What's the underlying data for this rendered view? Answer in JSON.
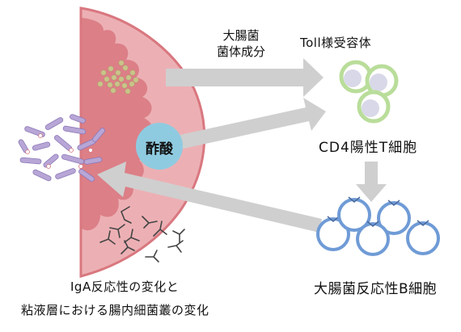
{
  "labels": {
    "bacteria_components": [
      "大腸菌",
      "菌体成分"
    ],
    "toll_receptor": "Toll様受容体",
    "cd4_t_cell": "CD4陽性T細胞",
    "acetic_acid": "酢酸",
    "reactive_b_cell": "大腸菌反応性B細胞",
    "iga_change": "IgA反応性の変化と",
    "mucus_change": "粘液層における腸内細菌叢の変化"
  },
  "colors": {
    "gut_wall": "#d9777f",
    "gut_wall_light": "#ecb0b4",
    "arrow": "#cfcfcf",
    "acetic_circle": "#8fcbe0",
    "t_cell_ring": "#b9dd9a",
    "t_cell_core": "#d8d8e8",
    "b_cell_ring": "#6f9bd6",
    "b_cell_fill": "#ffffff",
    "bacteria": "#b7a6d6",
    "particles": "#c9c58a",
    "antibody": "#444444"
  }
}
